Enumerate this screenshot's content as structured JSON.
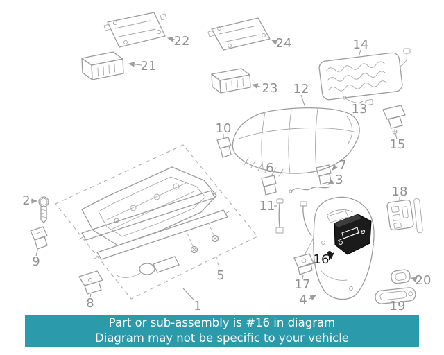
{
  "diagram": {
    "highlighted_part": "16",
    "callouts": [
      {
        "num": "1"
      },
      {
        "num": "2"
      },
      {
        "num": "3"
      },
      {
        "num": "4"
      },
      {
        "num": "5"
      },
      {
        "num": "6"
      },
      {
        "num": "7"
      },
      {
        "num": "8"
      },
      {
        "num": "9"
      },
      {
        "num": "10"
      },
      {
        "num": "11"
      },
      {
        "num": "12"
      },
      {
        "num": "13"
      },
      {
        "num": "14"
      },
      {
        "num": "15"
      },
      {
        "num": "16"
      },
      {
        "num": "17"
      },
      {
        "num": "18"
      },
      {
        "num": "19"
      },
      {
        "num": "20"
      },
      {
        "num": "21"
      },
      {
        "num": "22"
      },
      {
        "num": "23"
      },
      {
        "num": "24"
      }
    ]
  },
  "banner": {
    "line1": "Part or sub-assembly is #16 in diagram",
    "line2": "Diagram may not be specific to your vehicle",
    "bg_color": "#2b9aab",
    "text_color": "#ffffff"
  },
  "colors": {
    "part_outline": "#9c9c9c",
    "dashed_outline": "#b3b3b3",
    "highlighted_part_fill": "#1b1b1b",
    "callout_label": "#909090",
    "highlighted_callout": "#161616"
  }
}
